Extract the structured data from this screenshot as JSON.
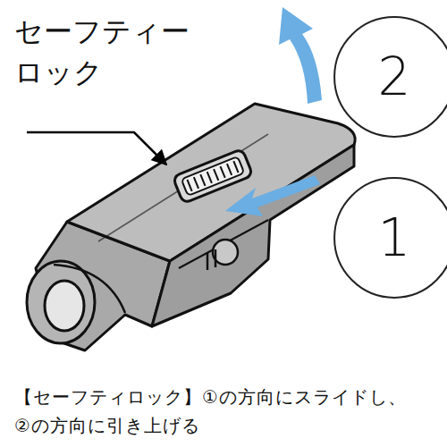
{
  "diagram": {
    "caption": "【セーフティロック】①の方向にスライドし、 ②の方向に引き上げる",
    "nodes": [
      {
        "text": [
          "2"
        ]
      },
      {
        "text": [
          "1"
        ]
      }
    ],
    "labels": [
      "セーフティー ロック"
    ]
  }
}
